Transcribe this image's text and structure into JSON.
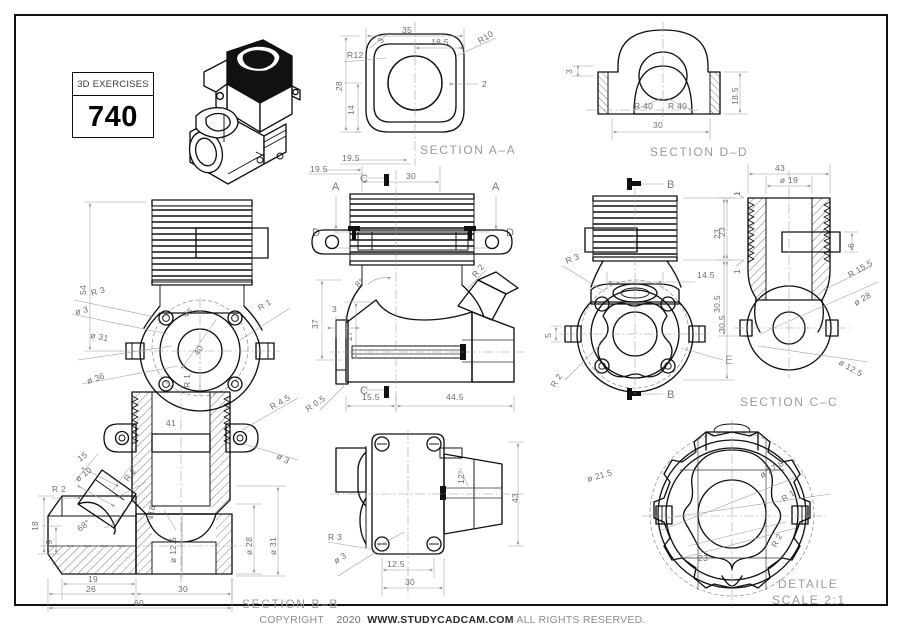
{
  "sheet": {
    "title_block": {
      "caption": "3D EXERCISES",
      "number": "740"
    },
    "footer": {
      "copyright": "COPYRIGHT",
      "year": "2020",
      "site": "WWW.STUDYCADCAM.COM",
      "rights": "ALL RIGHTS RESERVED."
    }
  },
  "views": {
    "iso": {
      "name": "isometric-pictorial"
    },
    "section_aa": {
      "label": "SECTION A–A",
      "dims": [
        "35",
        "18.5",
        "28",
        "14",
        "R12",
        "R10",
        "2",
        "3",
        "19.5"
      ]
    },
    "section_dd": {
      "label": "SECTION D–D",
      "dims": [
        "3",
        "R 40",
        "R 40",
        "30",
        "18.5"
      ]
    },
    "front_left": {
      "dims": [
        "54",
        "R 3",
        "ø 3",
        "ø 31",
        "ø 36",
        "R 1",
        "45",
        "40",
        "R 1"
      ]
    },
    "center": {
      "dims": [
        "19.5",
        "30",
        "37",
        "27",
        "3",
        "8°",
        "R 2",
        "R 0.5",
        "15.5",
        "44.5"
      ],
      "marks": [
        "A",
        "A",
        "D",
        "D",
        "C",
        "C"
      ]
    },
    "right_top": {
      "dims": [
        "R 3",
        "14.5",
        "5",
        "R 2",
        "23",
        "30.5"
      ],
      "marks": [
        "B",
        "B"
      ],
      "detail_ref": "E"
    },
    "section_cc": {
      "label": "SECTION C–C",
      "dims": [
        "43",
        "ø 19",
        "1",
        "1",
        "23",
        "30.5",
        "6",
        "R 15.5",
        "ø 28",
        "ø 12.5"
      ]
    },
    "section_bb": {
      "label": "SECTION B–B",
      "dims": [
        "41",
        "R 4.5",
        "ø 3",
        "15",
        "ø 10",
        "R 2",
        "R 2",
        "68°",
        "118°",
        "ø 12.5",
        "ø 28",
        "ø 31",
        "18",
        "9",
        "19",
        "26",
        "30",
        "60"
      ]
    },
    "bottom_center": {
      "dims": [
        "R 3",
        "ø 3",
        "12.5",
        "30",
        "43",
        "12°"
      ]
    },
    "detail_e": {
      "label": "DETAILE",
      "scale": "SCALE  2:1",
      "dims": [
        "ø 21.5",
        "ø 27.8",
        "R 1",
        "R 2",
        "23"
      ]
    }
  }
}
